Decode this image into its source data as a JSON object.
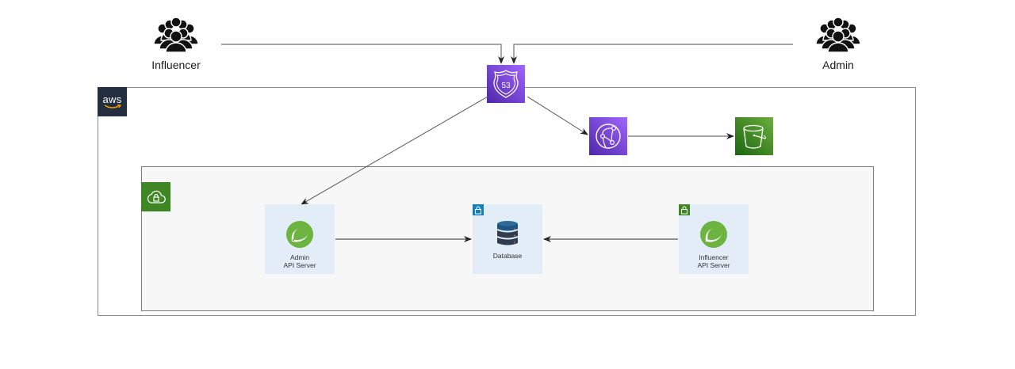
{
  "diagram": {
    "actors": [
      {
        "id": "influencer",
        "label": "Influencer",
        "icon": "users-group-icon"
      },
      {
        "id": "admin",
        "label": "Admin",
        "icon": "users-group-icon"
      }
    ],
    "groups": {
      "aws_cloud": {
        "label": "aws",
        "icon": "aws-logo-icon",
        "color": "#232f3e"
      },
      "vpc": {
        "icon": "vpc-cloud-lock-icon",
        "color": "#3f8624"
      }
    },
    "services": [
      {
        "id": "route53",
        "label": "53",
        "icon": "route53-shield-icon",
        "color": "#8c4fff"
      },
      {
        "id": "cloudfront",
        "icon": "cloudfront-globe-icon",
        "color": "#8c4fff"
      },
      {
        "id": "s3",
        "icon": "s3-bucket-icon",
        "color": "#3f8624"
      }
    ],
    "nodes": [
      {
        "id": "admin_api",
        "label": "Admin\nAPI Server",
        "icon": "spring-leaf-icon"
      },
      {
        "id": "database",
        "label": "Database",
        "icon": "database-icon",
        "lock_color": "#147eba"
      },
      {
        "id": "influencer_api",
        "label": "Influencer\nAPI Server",
        "icon": "spring-leaf-icon",
        "lock_color": "#3f8624"
      }
    ],
    "edges": [
      {
        "from": "influencer",
        "to": "route53"
      },
      {
        "from": "admin",
        "to": "route53"
      },
      {
        "from": "route53",
        "to": "cloudfront"
      },
      {
        "from": "cloudfront",
        "to": "s3"
      },
      {
        "from": "route53",
        "to": "admin_api"
      },
      {
        "from": "admin_api",
        "to": "database"
      },
      {
        "from": "influencer_api",
        "to": "database"
      }
    ]
  }
}
